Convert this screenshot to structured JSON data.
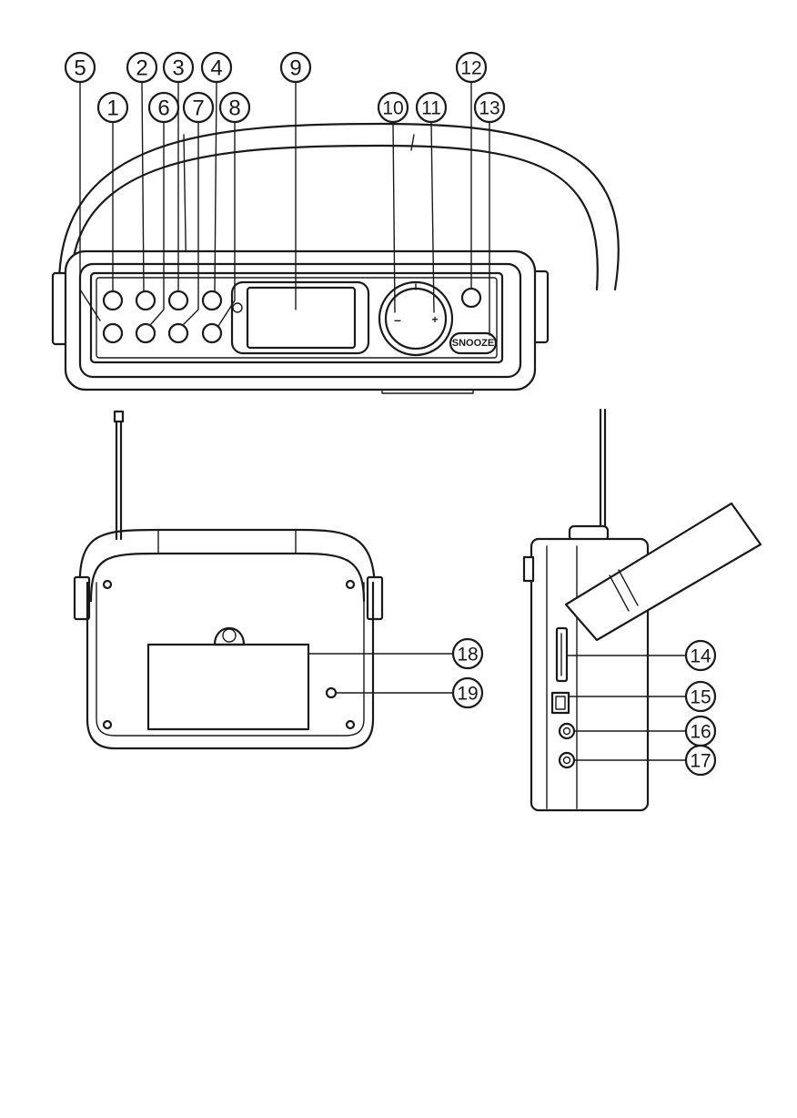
{
  "front_view": {
    "snooze_button_label": "SNOOZE",
    "volume_minus": "–",
    "volume_plus": "+"
  },
  "callouts": [
    {
      "id": "callout-1",
      "label": "1"
    },
    {
      "id": "callout-2",
      "label": "2"
    },
    {
      "id": "callout-3",
      "label": "3"
    },
    {
      "id": "callout-4",
      "label": "4"
    },
    {
      "id": "callout-5",
      "label": "5"
    },
    {
      "id": "callout-6",
      "label": "6"
    },
    {
      "id": "callout-7",
      "label": "7"
    },
    {
      "id": "callout-8",
      "label": "8"
    },
    {
      "id": "callout-9",
      "label": "9"
    },
    {
      "id": "callout-10",
      "label": "10"
    },
    {
      "id": "callout-11",
      "label": "11"
    },
    {
      "id": "callout-12",
      "label": "12"
    },
    {
      "id": "callout-13",
      "label": "13"
    },
    {
      "id": "callout-14",
      "label": "14"
    },
    {
      "id": "callout-15",
      "label": "15"
    },
    {
      "id": "callout-16",
      "label": "16"
    },
    {
      "id": "callout-17",
      "label": "17"
    },
    {
      "id": "callout-18",
      "label": "18"
    },
    {
      "id": "callout-19",
      "label": "19"
    }
  ]
}
